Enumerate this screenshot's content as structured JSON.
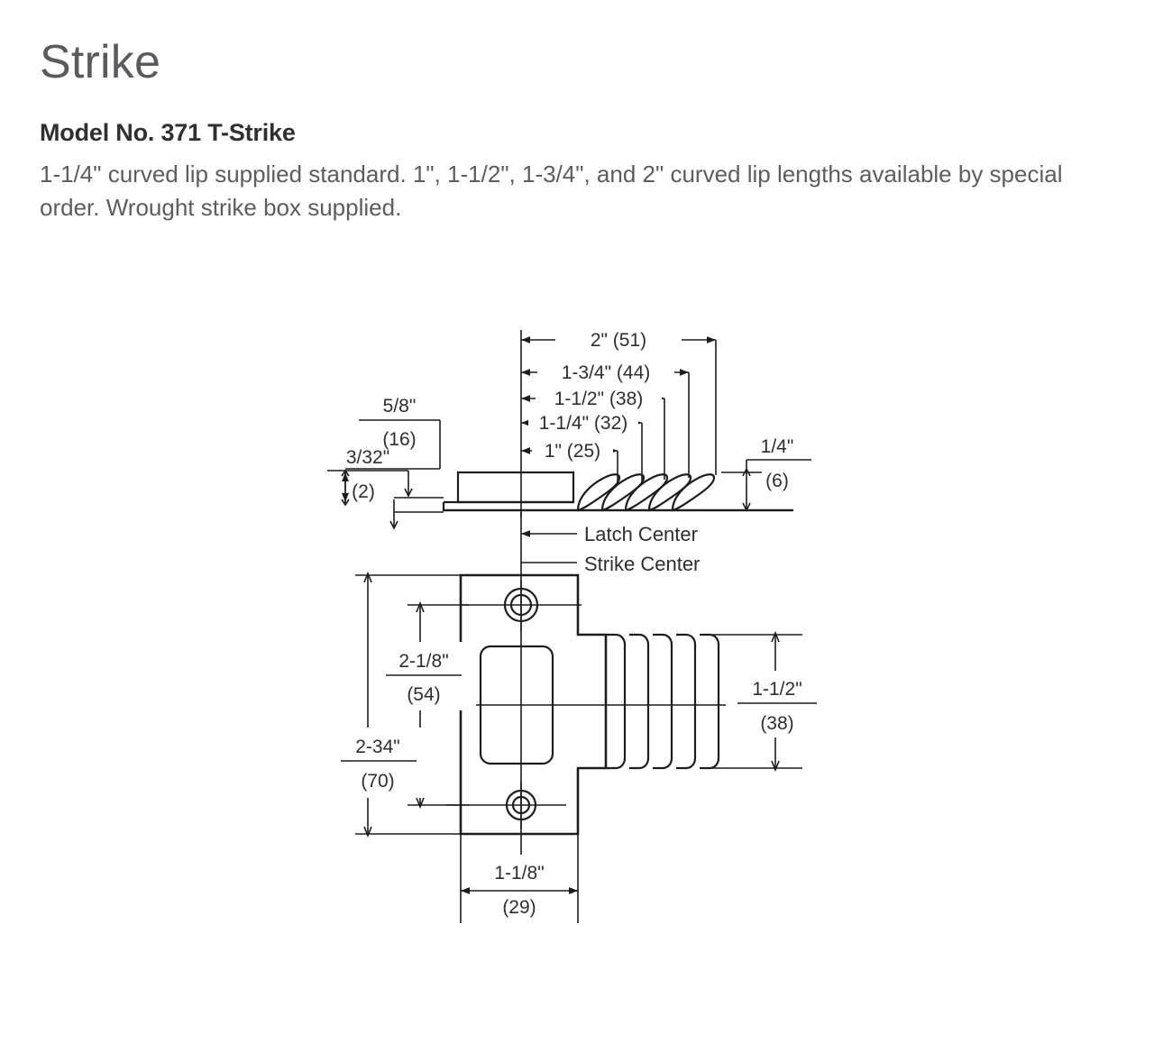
{
  "page": {
    "title": "Strike",
    "model_heading": "Model No. 371 T-Strike",
    "description": "1-1/4\" curved lip supplied standard. 1\", 1-1/2\", 1-3/4\", and 2\" curved lip lengths available by special order. Wrought strike box supplied."
  },
  "drawing": {
    "alt_text": "Technical dimension drawing of Model 371 T-Strike, side section view above and front plan view below",
    "line_color": "#1d1d1f",
    "text_color": "#2e2e31",
    "side_view": {
      "lip_dimensions": [
        {
          "id": "lip-2in",
          "label": "2\" (51)",
          "inches": "2\"",
          "mm": "51"
        },
        {
          "id": "lip-1-3-4in",
          "label": "1-3/4\" (44)",
          "inches": "1-3/4\"",
          "mm": "44"
        },
        {
          "id": "lip-1-1-2in",
          "label": "1-1/2\" (38)",
          "inches": "1-1/2\"",
          "mm": "38"
        },
        {
          "id": "lip-1-1-4in",
          "label": "1-1/4\" (32)",
          "inches": "1-1/4\"",
          "mm": "32"
        },
        {
          "id": "lip-1in",
          "label": "1\" (25)",
          "inches": "1\"",
          "mm": "25"
        }
      ],
      "box_height": {
        "inches": "5/8\"",
        "mm": "(16)"
      },
      "plate_thickness": {
        "inches": "3/32\"",
        "mm": "(2)"
      },
      "lip_rise": {
        "inches": "1/4\"",
        "mm": "(6)"
      },
      "centerline_labels": [
        {
          "id": "latch-center",
          "label": "Latch Center"
        },
        {
          "id": "strike-center",
          "label": "Strike Center"
        }
      ]
    },
    "plan_view": {
      "hole_spacing": {
        "inches": "2-1/8\"",
        "mm": "(54)"
      },
      "plate_height": {
        "inches": "2-34\"",
        "mm": "(70)"
      },
      "lip_width": {
        "inches": "1-1/2\"",
        "mm": "(38)"
      },
      "plate_width": {
        "inches": "1-1/8\"",
        "mm": "(29)"
      }
    }
  }
}
